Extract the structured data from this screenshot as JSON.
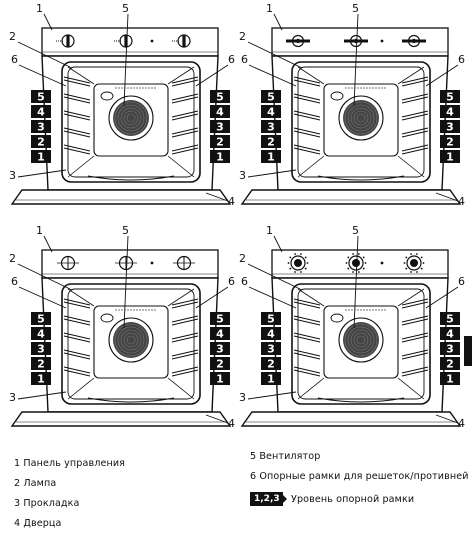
{
  "callouts": {
    "c1": "1",
    "c2": "2",
    "c3": "3",
    "c4": "4",
    "c5": "5",
    "c6": "6"
  },
  "shelf_levels": [
    "5",
    "4",
    "3",
    "2",
    "1"
  ],
  "panels": [
    {
      "knob_style": "vertical-bar"
    },
    {
      "knob_style": "horizontal-bar"
    },
    {
      "knob_style": "round-small"
    },
    {
      "knob_style": "round-dotted"
    }
  ],
  "legend": {
    "item1": "1 Панель управления",
    "item2": "2 Лампа",
    "item3": "3 Прокладка",
    "item4": "4 Дверца",
    "item5": "5 Вентилятор",
    "item6": "6 Опорные рамки для решеток/противней",
    "level_chip": "1,2,3",
    "level_text": "Уровень опорной рамки"
  }
}
